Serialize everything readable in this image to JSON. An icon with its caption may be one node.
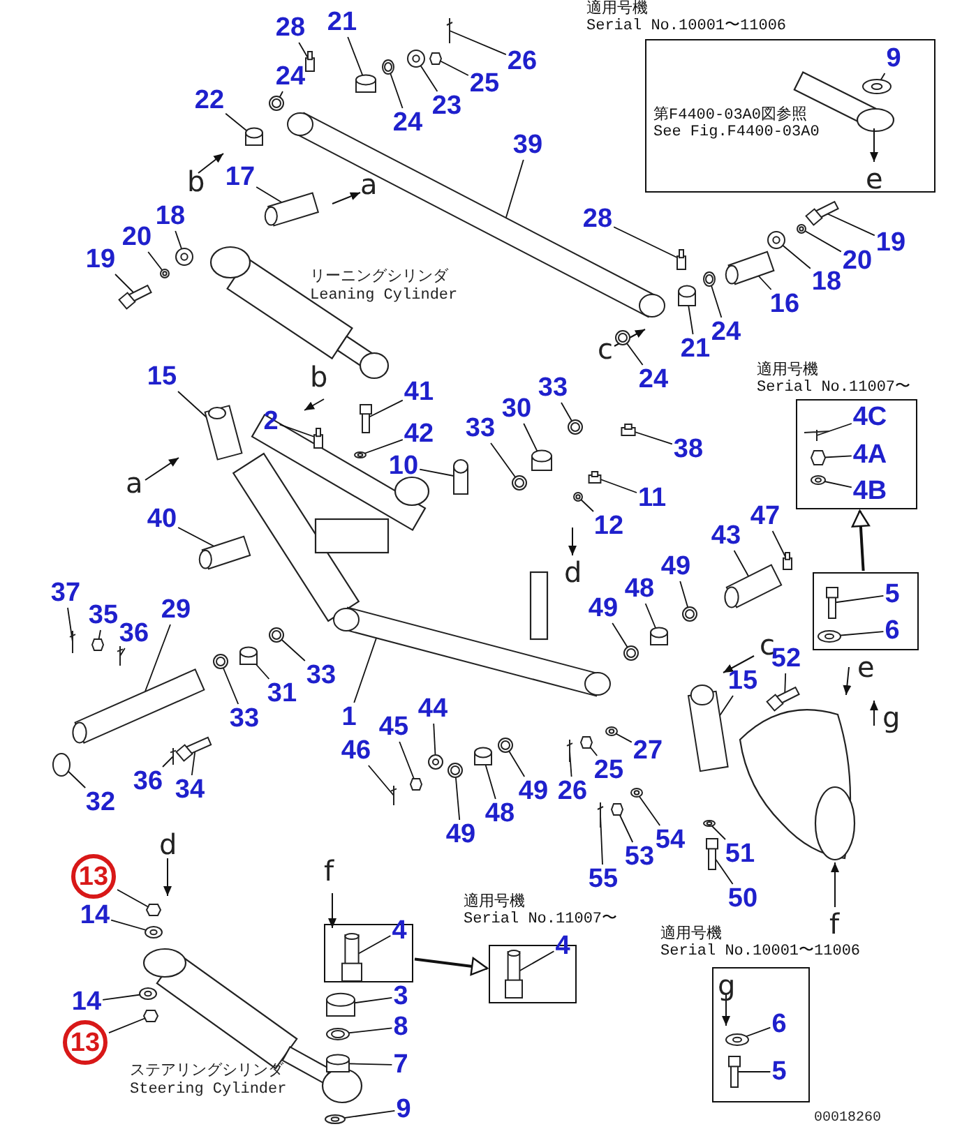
{
  "diagram": {
    "nodes": [
      {
        "text": [
          "28"
        ]
      },
      {
        "text": [
          "21"
        ]
      },
      {
        "text": [
          "26"
        ]
      },
      {
        "text": [
          "適用号機 Serial No.10001〜11006",
          "第F4400-03A0図参照 See Fig.F4400-03A0"
        ]
      },
      {
        "text": [
          "9"
        ],
        "in": 3
      },
      {
        "text": [
          "24"
        ]
      },
      {
        "text": [
          "25"
        ]
      },
      {
        "text": [
          "22"
        ]
      },
      {
        "text": [
          "24"
        ]
      },
      {
        "text": [
          "23"
        ]
      },
      {
        "text": [
          "39"
        ]
      },
      {
        "text": [
          "17"
        ]
      },
      {
        "text": [
          "18"
        ]
      },
      {
        "text": [
          "20"
        ]
      },
      {
        "text": [
          "19"
        ]
      },
      {
        "text": [
          "28"
        ]
      },
      {
        "text": [
          "19"
        ]
      },
      {
        "text": [
          "20"
        ]
      },
      {
        "text": [
          "18"
        ]
      },
      {
        "text": [
          "16"
        ]
      },
      {
        "text": [
          "21"
        ]
      },
      {
        "text": [
          "24"
        ]
      },
      {
        "text": [
          "24"
        ]
      },
      {
        "text": [
          "適用号機 Serial No.11007〜"
        ]
      },
      {
        "text": [
          "4C"
        ],
        "in": 23
      },
      {
        "text": [
          "4A"
        ],
        "in": 23
      },
      {
        "text": [
          "4B"
        ],
        "in": 23
      },
      {
        "text": [
          "15"
        ]
      },
      {
        "text": [
          "2"
        ]
      },
      {
        "text": [
          "41"
        ]
      },
      {
        "text": [
          "42"
        ]
      },
      {
        "text": [
          "33"
        ]
      },
      {
        "text": [
          "30"
        ]
      },
      {
        "text": [
          "33"
        ]
      },
      {
        "text": [
          "38"
        ]
      },
      {
        "text": [
          "10"
        ]
      },
      {
        "text": [
          "11"
        ]
      },
      {
        "text": [
          "12"
        ]
      },
      {
        "text": [],
        "shape": "box"
      },
      {
        "text": [
          "5"
        ],
        "in": 38
      },
      {
        "text": [
          "6"
        ],
        "in": 38
      },
      {
        "text": [
          "40"
        ]
      },
      {
        "text": [
          "43"
        ]
      },
      {
        "text": [
          "47"
        ]
      },
      {
        "text": [
          "37"
        ]
      },
      {
        "text": [
          "35"
        ]
      },
      {
        "text": [
          "29"
        ]
      },
      {
        "text": [
          "49"
        ]
      },
      {
        "text": [
          "48"
        ]
      },
      {
        "text": [
          "49"
        ]
      },
      {
        "text": [
          "36"
        ]
      },
      {
        "text": [
          "33"
        ]
      },
      {
        "text": [
          "31"
        ]
      },
      {
        "text": [
          "33"
        ]
      },
      {
        "text": [
          "1"
        ]
      },
      {
        "text": [
          "52"
        ]
      },
      {
        "text": [
          "15"
        ]
      },
      {
        "text": [
          "44"
        ]
      },
      {
        "text": [
          "45"
        ]
      },
      {
        "text": [
          "46"
        ]
      },
      {
        "text": [
          "36"
        ]
      },
      {
        "text": [
          "34"
        ]
      },
      {
        "text": [
          "32"
        ]
      },
      {
        "text": [
          "27"
        ]
      },
      {
        "text": [
          "25"
        ]
      },
      {
        "text": [
          "49"
        ]
      },
      {
        "text": [
          "48"
        ]
      },
      {
        "text": [
          "49"
        ]
      },
      {
        "text": [
          "26"
        ]
      },
      {
        "text": [
          "54"
        ]
      },
      {
        "text": [
          "53"
        ]
      },
      {
        "text": [
          "51"
        ]
      },
      {
        "text": [
          "55"
        ]
      },
      {
        "text": [
          "50"
        ]
      },
      {
        "text": [
          "13"
        ]
      },
      {
        "text": [
          "14"
        ]
      },
      {
        "text": [
          "14"
        ]
      },
      {
        "text": [
          "13"
        ]
      },
      {
        "text": [],
        "shape": "box"
      },
      {
        "text": [
          "4"
        ],
        "in": 78
      },
      {
        "text": [
          "適用号機 Serial No.11007〜"
        ]
      },
      {
        "text": [
          "4"
        ],
        "in": 80
      },
      {
        "text": [
          "3"
        ]
      },
      {
        "text": [
          "8"
        ]
      },
      {
        "text": [
          "7"
        ]
      },
      {
        "text": [
          "適用号機 Serial No.10001〜11006"
        ]
      },
      {
        "text": [
          "6"
        ],
        "in": 85
      },
      {
        "text": [
          "5"
        ],
        "in": 85
      },
      {
        "text": [
          "9"
        ]
      },
      {
        "text": [],
        "shape": "box"
      },
      {
        "text": [],
        "shape": "box"
      },
      {
        "text": [],
        "shape": "picture"
      },
      {
        "text": [],
        "shape": "picture",
        "in": 3
      },
      {
        "text": [],
        "shape": "picture"
      },
      {
        "text": [],
        "shape": "box"
      },
      {
        "text": [],
        "shape": "box"
      },
      {
        "text": [],
        "shape": "picture"
      },
      {
        "text": [],
        "shape": "picture"
      },
      {
        "text": [],
        "shape": "bar"
      },
      {
        "text": [],
        "shape": "picture"
      },
      {
        "text": [],
        "shape": "picture"
      },
      {
        "text": [],
        "shape": "picture"
      },
      {
        "text": [],
        "shape": "picture"
      },
      {
        "text": [],
        "shape": "box"
      },
      {
        "text": [],
        "shape": "picture"
      },
      {
        "text": [],
        "shape": "picture"
      },
      {
        "text": [],
        "shape": "picture"
      },
      {
        "text": [],
        "shape": "picture"
      },
      {
        "text": [],
        "shape": "box"
      },
      {
        "text": [],
        "shape": "picture"
      },
      {
        "text": [],
        "shape": "picture"
      },
      {
        "text": [],
        "shape": "picture",
        "in": 23
      },
      {
        "text": [],
        "shape": "box",
        "in": 23
      },
      {
        "text": [],
        "shape": "picture",
        "in": 23
      },
      {
        "text": [],
        "shape": "picture"
      },
      {
        "text": [],
        "shape": "box"
      },
      {
        "text": [],
        "shape": "picture"
      },
      {
        "text": [],
        "shape": "picture"
      },
      {
        "text": [],
        "shape": "picture"
      },
      {
        "text": [],
        "shape": "box"
      },
      {
        "text": [],
        "shape": "picture"
      },
      {
        "text": [],
        "shape": "box"
      },
      {
        "text": [],
        "shape": "box"
      },
      {
        "text": [],
        "shape": "box"
      },
      {
        "text": [],
        "shape": "picture"
      },
      {
        "text": [],
        "shape": "picture",
        "in": 38
      },
      {
        "text": [],
        "shape": "picture",
        "in": 38
      },
      {
        "text": [],
        "shape": "picture"
      },
      {
        "text": [],
        "shape": "picture"
      },
      {
        "text": [],
        "shape": "box"
      },
      {
        "text": [],
        "shape": "picture"
      },
      {
        "text": [],
        "shape": "box"
      },
      {
        "text": [],
        "shape": "picture"
      },
      {
        "text": [],
        "shape": "picture"
      },
      {
        "text": [],
        "shape": "box"
      },
      {
        "text": [],
        "shape": "picture"
      },
      {
        "text": [],
        "shape": "picture"
      },
      {
        "text": [],
        "shape": "picture"
      },
      {
        "text": [],
        "shape": "box"
      },
      {
        "text": [],
        "shape": "picture"
      },
      {
        "text": [],
        "shape": "bar"
      },
      {
        "text": [],
        "shape": "picture"
      },
      {
        "text": [],
        "shape": "picture"
      },
      {
        "text": [],
        "shape": "picture"
      },
      {
        "text": [],
        "shape": "box"
      },
      {
        "text": [],
        "shape": "picture"
      },
      {
        "text": [],
        "shape": "picture"
      },
      {
        "text": [],
        "shape": "picture"
      },
      {
        "text": [],
        "shape": "circle"
      },
      {
        "text": [],
        "shape": "picture"
      },
      {
        "text": [],
        "shape": "box"
      },
      {
        "text": [],
        "shape": "picture"
      },
      {
        "text": [],
        "shape": "box"
      },
      {
        "text": [],
        "shape": "picture"
      },
      {
        "text": [],
        "shape": "picture"
      },
      {
        "text": [],
        "shape": "picture"
      },
      {
        "text": [],
        "shape": "box"
      },
      {
        "text": [],
        "shape": "picture"
      },
      {
        "text": [],
        "shape": "picture"
      },
      {
        "text": [],
        "shape": "picture"
      },
      {
        "text": [],
        "shape": "box"
      },
      {
        "text": [],
        "shape": "picture"
      },
      {
        "text": [],
        "shape": "picture"
      },
      {
        "text": [],
        "shape": "box"
      },
      {
        "text": [],
        "shape": "picture",
        "in": 78
      },
      {
        "text": [],
        "shape": "picture",
        "in": 80
      },
      {
        "text": [],
        "shape": "box"
      },
      {
        "text": [],
        "shape": "picture"
      },
      {
        "text": [],
        "shape": "box"
      },
      {
        "text": [],
        "shape": "picture",
        "in": 85
      },
      {
        "text": [],
        "shape": "picture",
        "in": 85
      },
      {
        "text": [],
        "shape": "picture"
      }
    ],
    "edges": [
      {
        "from": 0,
        "to": 89,
        "arrow": "none"
      },
      {
        "from": 1,
        "to": 90,
        "arrow": "none"
      },
      {
        "from": 2,
        "to": 91,
        "arrow": "none"
      },
      {
        "from": 4,
        "to": 92,
        "arrow": "none"
      },
      {
        "from": 5,
        "to": 93,
        "arrow": "none"
      },
      {
        "from": 6,
        "to": 94,
        "arrow": "none"
      },
      {
        "from": 7,
        "to": 95,
        "arrow": "none"
      },
      {
        "from": 8,
        "to": 96,
        "arrow": "none"
      },
      {
        "from": 9,
        "to": 97,
        "arrow": "none"
      },
      {
        "from": 10,
        "to": 98,
        "arrow": "none"
      },
      {
        "from": 11,
        "to": 99,
        "arrow": "none"
      },
      {
        "from": 12,
        "to": 100,
        "arrow": "none"
      },
      {
        "from": 13,
        "to": 101,
        "arrow": "none"
      },
      {
        "from": 14,
        "to": 102,
        "arrow": "none"
      },
      {
        "from": 15,
        "to": 103,
        "arrow": "none"
      },
      {
        "from": 16,
        "to": 104,
        "arrow": "none"
      },
      {
        "from": 17,
        "to": 105,
        "arrow": "none"
      },
      {
        "from": 18,
        "to": 106,
        "arrow": "none"
      },
      {
        "from": 19,
        "to": 107,
        "arrow": "none"
      },
      {
        "from": 20,
        "to": 108,
        "arrow": "none"
      },
      {
        "from": 21,
        "to": 109,
        "arrow": "none"
      },
      {
        "from": 22,
        "to": 110,
        "arrow": "none"
      },
      {
        "from": 24,
        "to": 111,
        "arrow": "none"
      },
      {
        "from": 25,
        "to": 112,
        "arrow": "none"
      },
      {
        "from": 26,
        "to": 113,
        "arrow": "none"
      },
      {
        "from": 27,
        "to": 114,
        "arrow": "none"
      },
      {
        "from": 28,
        "to": 115,
        "arrow": "none"
      },
      {
        "from": 29,
        "to": 116,
        "arrow": "none"
      },
      {
        "from": 30,
        "to": 117,
        "arrow": "none"
      },
      {
        "from": 31,
        "to": 118,
        "arrow": "none"
      },
      {
        "from": 32,
        "to": 119,
        "arrow": "none"
      },
      {
        "from": 33,
        "to": 120,
        "arrow": "none"
      },
      {
        "from": 34,
        "to": 121,
        "arrow": "none"
      },
      {
        "from": 35,
        "to": 122,
        "arrow": "none"
      },
      {
        "from": 36,
        "to": 123,
        "arrow": "none"
      },
      {
        "from": 37,
        "to": 124,
        "arrow": "none"
      },
      {
        "from": 39,
        "to": 125,
        "arrow": "none"
      },
      {
        "from": 40,
        "to": 126,
        "arrow": "none"
      },
      {
        "from": 41,
        "to": 127,
        "arrow": "none"
      },
      {
        "from": 42,
        "to": 128,
        "arrow": "none"
      },
      {
        "from": 43,
        "to": 129,
        "arrow": "none"
      },
      {
        "from": 44,
        "to": 130,
        "arrow": "none"
      },
      {
        "from": 45,
        "to": 131,
        "arrow": "none"
      },
      {
        "from": 46,
        "to": 132,
        "arrow": "none"
      },
      {
        "from": 47,
        "to": 133,
        "arrow": "none"
      },
      {
        "from": 48,
        "to": 134,
        "arrow": "none"
      },
      {
        "from": 49,
        "to": 135,
        "arrow": "none"
      },
      {
        "from": 50,
        "to": 136,
        "arrow": "none"
      },
      {
        "from": 51,
        "to": 137,
        "arrow": "none"
      },
      {
        "from": 52,
        "to": 138,
        "arrow": "none"
      },
      {
        "from": 53,
        "to": 139,
        "arrow": "none"
      },
      {
        "from": 54,
        "to": 140,
        "arrow": "none"
      },
      {
        "from": 55,
        "to": 141,
        "arrow": "none"
      },
      {
        "from": 56,
        "to": 142,
        "arrow": "none"
      },
      {
        "from": 57,
        "to": 143,
        "arrow": "none"
      },
      {
        "from": 58,
        "to": 144,
        "arrow": "none"
      },
      {
        "from": 59,
        "to": 145,
        "arrow": "none"
      },
      {
        "from": 60,
        "to": 146,
        "arrow": "none"
      },
      {
        "from": 61,
        "to": 147,
        "arrow": "none"
      },
      {
        "from": 62,
        "to": 148,
        "arrow": "none"
      },
      {
        "from": 63,
        "to": 149,
        "arrow": "none"
      },
      {
        "from": 64,
        "to": 150,
        "arrow": "none"
      },
      {
        "from": 65,
        "to": 151,
        "arrow": "none"
      },
      {
        "from": 66,
        "to": 152,
        "arrow": "none"
      },
      {
        "from": 67,
        "to": 153,
        "arrow": "none"
      },
      {
        "from": 68,
        "to": 154,
        "arrow": "none"
      },
      {
        "from": 69,
        "to": 155,
        "arrow": "none"
      },
      {
        "from": 70,
        "to": 156,
        "arrow": "none"
      },
      {
        "from": 71,
        "to": 157,
        "arrow": "none"
      },
      {
        "from": 72,
        "to": 158,
        "arrow": "none"
      },
      {
        "from": 73,
        "to": 159,
        "arrow": "none"
      },
      {
        "from": 74,
        "to": 160,
        "arrow": "none"
      },
      {
        "from": 75,
        "to": 161,
        "arrow": "none"
      },
      {
        "from": 76,
        "to": 162,
        "arrow": "none"
      },
      {
        "from": 77,
        "to": 163,
        "arrow": "none"
      },
      {
        "from": 79,
        "to": 164,
        "arrow": "none"
      },
      {
        "from": 81,
        "to": 165,
        "arrow": "none"
      },
      {
        "from": 82,
        "to": 166,
        "arrow": "none"
      },
      {
        "from": 83,
        "to": 167,
        "arrow": "none"
      },
      {
        "from": 84,
        "to": 168,
        "arrow": "none"
      },
      {
        "from": 86,
        "to": 169,
        "arrow": "none"
      },
      {
        "from": 87,
        "to": 170,
        "arrow": "none"
      },
      {
        "from": 88,
        "to": 171,
        "arrow": "none"
      },
      {
        "from": 38,
        "to": 23,
        "arrow": "to"
      },
      {
        "from": 78,
        "to": 80,
        "arrow": "to"
      }
    ],
    "labels": [
      "e",
      "b",
      "a",
      "リーニングシリンダ Leaning Cylinder",
      "c",
      "b",
      "a",
      "d",
      "c",
      "e",
      "g",
      "d",
      "f",
      "f",
      "g",
      "ステアリングシリンダ Steering Cylinder",
      "00018260"
    ]
  }
}
